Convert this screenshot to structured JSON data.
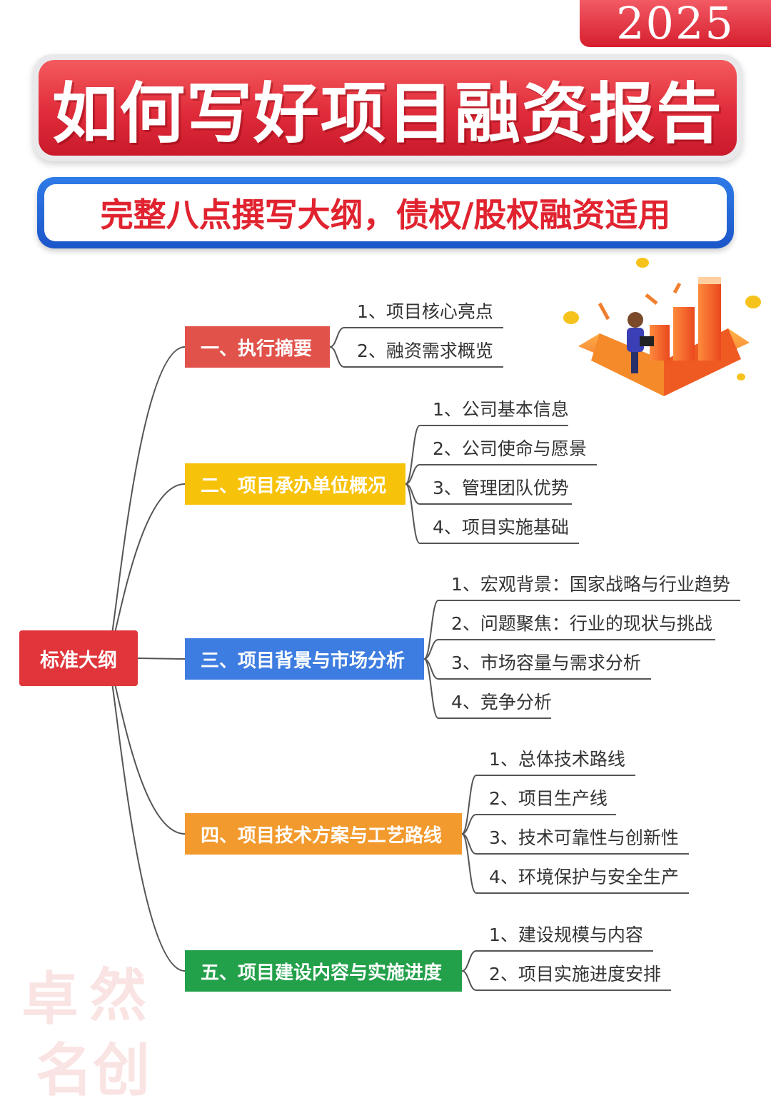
{
  "header": {
    "year": "2025",
    "title": "如何写好项目融资报告",
    "subtitle": "完整八点撰写大纲，债权/股权融资适用"
  },
  "mindmap": {
    "root": "标准大纲",
    "branches": [
      {
        "label": "一、执行摘要",
        "color": "#e0524a",
        "items": [
          "1、项目核心亮点",
          "2、融资需求概览"
        ]
      },
      {
        "label": "二、项目承办单位概况",
        "color": "#f7c20a",
        "items": [
          "1、公司基本信息",
          "2、公司使命与愿景",
          "3、管理团队优势",
          "4、项目实施基础"
        ]
      },
      {
        "label": "三、项目背景与市场分析",
        "color": "#3d7ce0",
        "items": [
          "1、宏观背景：国家战略与行业趋势",
          "2、问题聚焦：行业的现状与挑战",
          "3、市场容量与需求分析",
          "4、竞争分析"
        ]
      },
      {
        "label": "四、项目技术方案与工艺路线",
        "color": "#f29a2e",
        "items": [
          "1、总体技术路线",
          "2、项目生产线",
          "3、技术可靠性与创新性",
          "4、环境保护与安全生产"
        ]
      },
      {
        "label": "五、项目建设内容与实施进度",
        "color": "#23a04a",
        "items": [
          "1、建设规模与内容",
          "2、项目实施进度安排"
        ]
      }
    ]
  },
  "watermark": {
    "chars": [
      "卓",
      "然",
      "名",
      "创"
    ]
  },
  "colors": {
    "title_red": "#e02b3a",
    "subtitle_blue": "#1c56c9",
    "root_red": "#e0353a"
  }
}
